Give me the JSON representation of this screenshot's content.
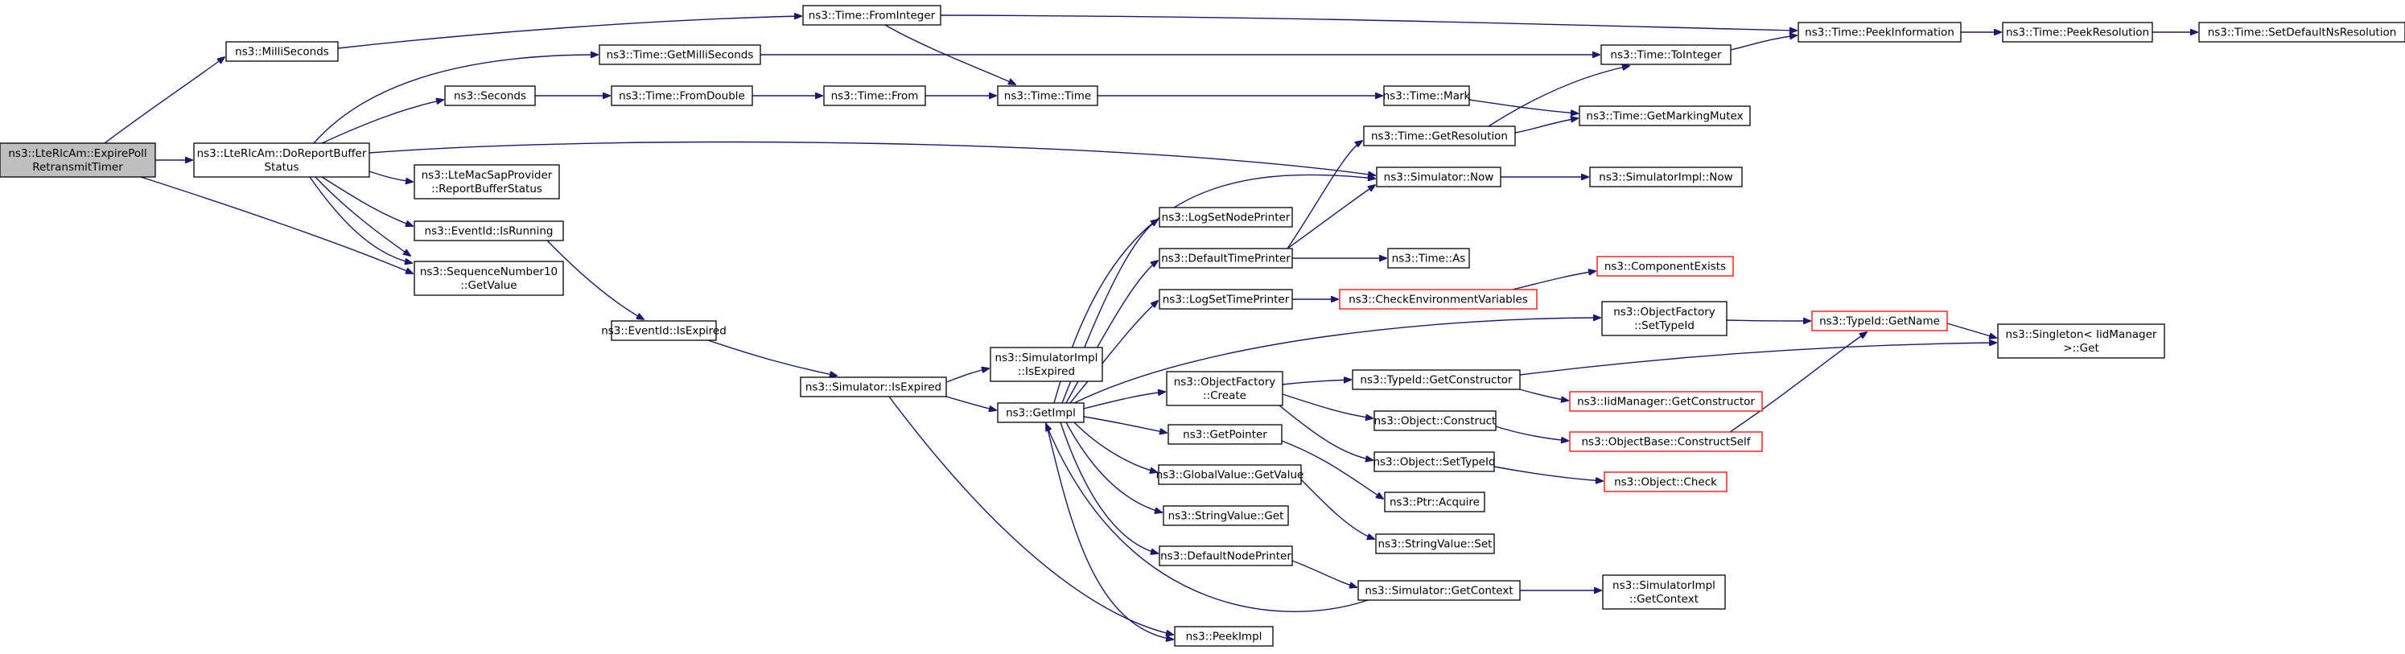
{
  "graph": {
    "colors": {
      "edge": "#191970",
      "truncated_border": "#ff0000",
      "root_fill": "#bfbfbf"
    },
    "nodes": [
      {
        "id": "root",
        "lines": [
          "ns3::LteRlcAm::ExpirePoll",
          "RetransmitTimer"
        ],
        "root": true
      },
      {
        "id": "milli",
        "lines": [
          "ns3::MilliSeconds"
        ]
      },
      {
        "id": "doreport",
        "lines": [
          "ns3::LteRlcAm::DoReportBuffer",
          "Status"
        ]
      },
      {
        "id": "seqget",
        "lines": [
          "ns3::SequenceNumber10",
          "::GetValue"
        ]
      },
      {
        "id": "frominteger",
        "lines": [
          "ns3::Time::FromInteger"
        ]
      },
      {
        "id": "peekinfo",
        "lines": [
          "ns3::Time::PeekInformation"
        ]
      },
      {
        "id": "peekres",
        "lines": [
          "ns3::Time::PeekResolution"
        ]
      },
      {
        "id": "setdefault",
        "lines": [
          "ns3::Time::SetDefaultNsResolution"
        ]
      },
      {
        "id": "timetime",
        "lines": [
          "ns3::Time::Time"
        ]
      },
      {
        "id": "mark",
        "lines": [
          "ns3::Time::Mark"
        ]
      },
      {
        "id": "getmarking",
        "lines": [
          "ns3::Time::GetMarkingMutex"
        ]
      },
      {
        "id": "getres",
        "lines": [
          "ns3::Time::GetResolution"
        ]
      },
      {
        "id": "tointeger",
        "lines": [
          "ns3::Time::ToInteger"
        ]
      },
      {
        "id": "getmilli",
        "lines": [
          "ns3::Time::GetMilliSeconds"
        ]
      },
      {
        "id": "seconds",
        "lines": [
          "ns3::Seconds"
        ]
      },
      {
        "id": "fromdouble",
        "lines": [
          "ns3::Time::FromDouble"
        ]
      },
      {
        "id": "timefrom",
        "lines": [
          "ns3::Time::From"
        ]
      },
      {
        "id": "simnow",
        "lines": [
          "ns3::Simulator::Now"
        ]
      },
      {
        "id": "simimplnow",
        "lines": [
          "ns3::SimulatorImpl::Now"
        ]
      },
      {
        "id": "macsap",
        "lines": [
          "ns3::LteMacSapProvider",
          "::ReportBufferStatus"
        ]
      },
      {
        "id": "isrunning",
        "lines": [
          "ns3::EventId::IsRunning"
        ]
      },
      {
        "id": "isexpired",
        "lines": [
          "ns3::EventId::IsExpired"
        ]
      },
      {
        "id": "simisexp",
        "lines": [
          "ns3::Simulator::IsExpired"
        ]
      },
      {
        "id": "simimplisexp",
        "lines": [
          "ns3::SimulatorImpl",
          "::IsExpired"
        ]
      },
      {
        "id": "getimpl",
        "lines": [
          "ns3::GetImpl"
        ]
      },
      {
        "id": "logsetnode",
        "lines": [
          "ns3::LogSetNodePrinter"
        ]
      },
      {
        "id": "deftime",
        "lines": [
          "ns3::DefaultTimePrinter"
        ]
      },
      {
        "id": "timeas",
        "lines": [
          "ns3::Time::As"
        ]
      },
      {
        "id": "logsettime",
        "lines": [
          "ns3::LogSetTimePrinter"
        ]
      },
      {
        "id": "checkenv",
        "lines": [
          "ns3::CheckEnvironmentVariables"
        ],
        "truncated": true
      },
      {
        "id": "compexists",
        "lines": [
          "ns3::ComponentExists"
        ],
        "truncated": true
      },
      {
        "id": "ofsettypeid",
        "lines": [
          "ns3::ObjectFactory",
          "::SetTypeId"
        ]
      },
      {
        "id": "typeidname",
        "lines": [
          "ns3::TypeId::GetName"
        ],
        "truncated": true
      },
      {
        "id": "singleton",
        "lines": [
          "ns3::Singleton< IidManager",
          " >::Get"
        ]
      },
      {
        "id": "ofcreate",
        "lines": [
          "ns3::ObjectFactory",
          "::Create"
        ]
      },
      {
        "id": "getctor",
        "lines": [
          "ns3::TypeId::GetConstructor"
        ]
      },
      {
        "id": "iidgetctor",
        "lines": [
          "ns3::IidManager::GetConstructor"
        ],
        "truncated": true
      },
      {
        "id": "objconstruct",
        "lines": [
          "ns3::Object::Construct"
        ]
      },
      {
        "id": "constructself",
        "lines": [
          "ns3::ObjectBase::ConstructSelf"
        ],
        "truncated": true
      },
      {
        "id": "objsettypeid",
        "lines": [
          "ns3::Object::SetTypeId"
        ]
      },
      {
        "id": "objcheck",
        "lines": [
          "ns3::Object::Check"
        ],
        "truncated": true
      },
      {
        "id": "getpointer",
        "lines": [
          "ns3::GetPointer"
        ]
      },
      {
        "id": "ptracquire",
        "lines": [
          "ns3::Ptr::Acquire"
        ]
      },
      {
        "id": "gvgetvalue",
        "lines": [
          "ns3::GlobalValue::GetValue"
        ]
      },
      {
        "id": "strvalset",
        "lines": [
          "ns3::StringValue::Set"
        ]
      },
      {
        "id": "strvalget",
        "lines": [
          "ns3::StringValue::Get"
        ]
      },
      {
        "id": "defnode",
        "lines": [
          "ns3::DefaultNodePrinter"
        ]
      },
      {
        "id": "simgetctx",
        "lines": [
          "ns3::Simulator::GetContext"
        ]
      },
      {
        "id": "simimplctx",
        "lines": [
          "ns3::SimulatorImpl",
          "::GetContext"
        ]
      },
      {
        "id": "peekimpl",
        "lines": [
          "ns3::PeekImpl"
        ]
      }
    ]
  }
}
